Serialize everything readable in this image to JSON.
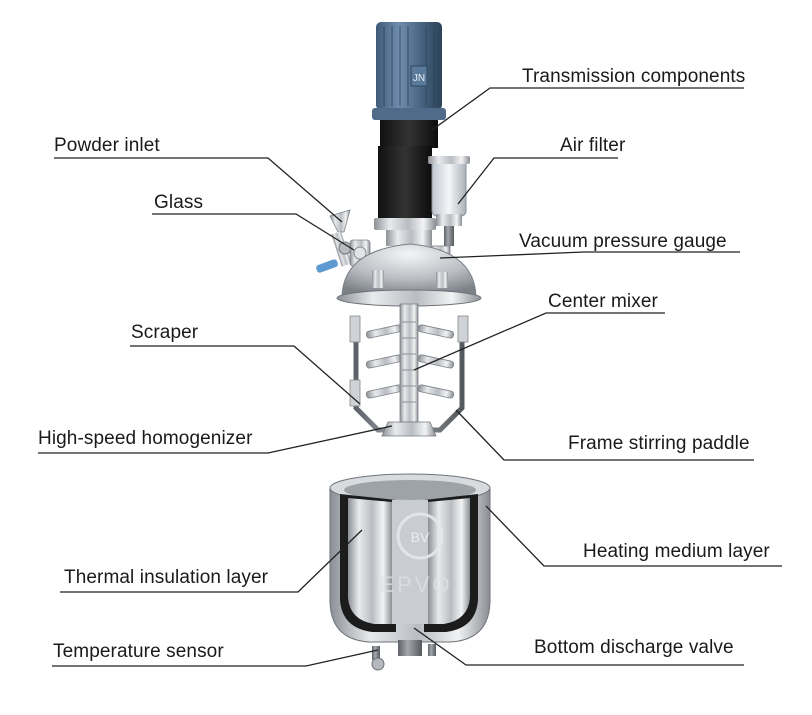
{
  "diagram": {
    "labels": {
      "transmission_components": "Transmission components",
      "powder_inlet": "Powder inlet",
      "air_filter": "Air filter",
      "glass": "Glass",
      "vacuum_pressure_gauge": "Vacuum pressure gauge",
      "center_mixer": "Center mixer",
      "scraper": "Scraper",
      "high_speed_homogenizer": "High-speed homogenizer",
      "frame_stirring_paddle": "Frame stirring paddle",
      "heating_medium_layer": "Heating medium layer",
      "thermal_insulation_layer": "Thermal insulation layer",
      "temperature_sensor": "Temperature sensor",
      "bottom_discharge_valve": "Bottom discharge valve"
    },
    "motor_badge": "JN",
    "vessel_brand": "EPVO"
  }
}
